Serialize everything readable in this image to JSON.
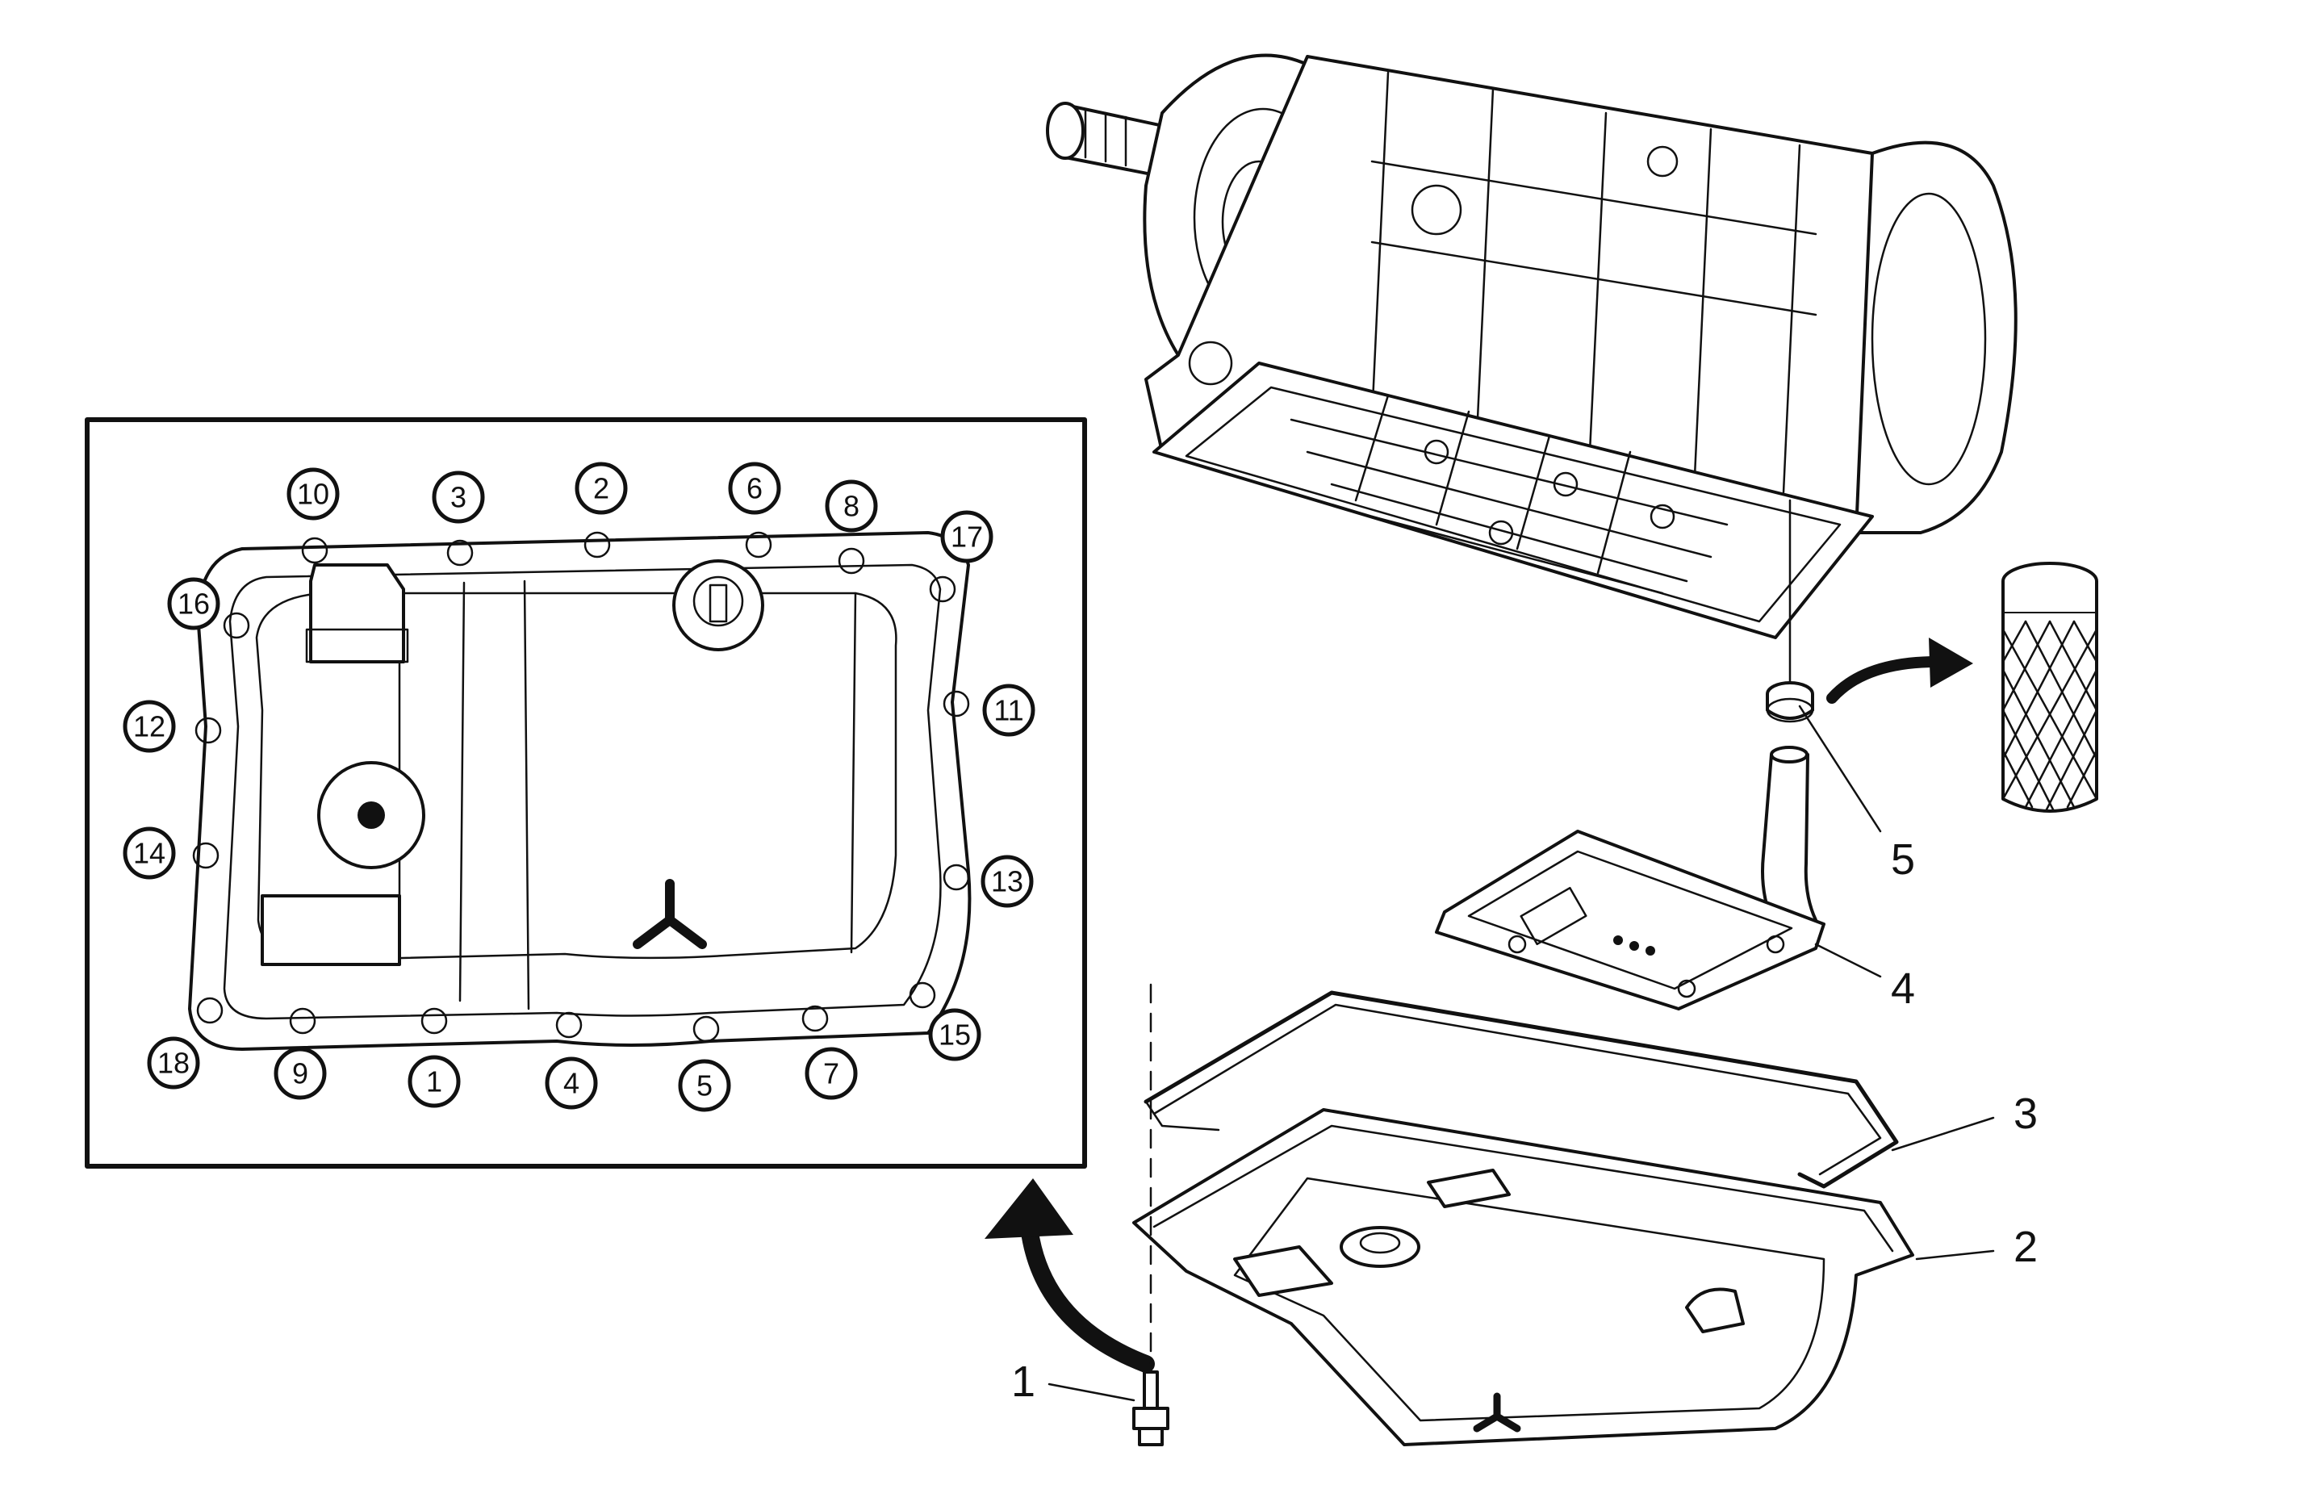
{
  "inset": {
    "bolt_sequence": [
      {
        "label": "10"
      },
      {
        "label": "3"
      },
      {
        "label": "2"
      },
      {
        "label": "6"
      },
      {
        "label": "8"
      },
      {
        "label": "17"
      },
      {
        "label": "16"
      },
      {
        "label": "11"
      },
      {
        "label": "12"
      },
      {
        "label": "14"
      },
      {
        "label": "13"
      },
      {
        "label": "15"
      },
      {
        "label": "18"
      },
      {
        "label": "9"
      },
      {
        "label": "1"
      },
      {
        "label": "4"
      },
      {
        "label": "5"
      },
      {
        "label": "7"
      }
    ]
  },
  "callouts": [
    {
      "label": "1"
    },
    {
      "label": "2"
    },
    {
      "label": "3"
    },
    {
      "label": "4"
    },
    {
      "label": "5"
    }
  ],
  "colors": {
    "line": "#111111",
    "background": "#ffffff"
  }
}
